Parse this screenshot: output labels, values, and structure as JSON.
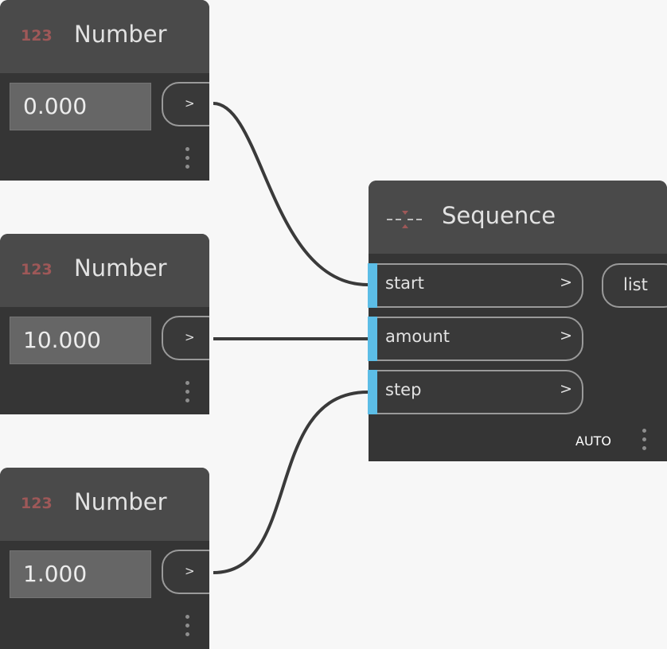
{
  "number_nodes": [
    {
      "icon": "123",
      "title": "Number",
      "value": "0.000",
      "output_arrow": ">"
    },
    {
      "icon": "123",
      "title": "Number",
      "value": "10.000",
      "output_arrow": ">"
    },
    {
      "icon": "123",
      "title": "Number",
      "value": "1.000",
      "output_arrow": ">"
    }
  ],
  "sequence_node": {
    "title": "Sequence",
    "icon": "sequence-icon",
    "inputs": [
      {
        "label": "start",
        "arrow": ">"
      },
      {
        "label": "amount",
        "arrow": ">"
      },
      {
        "label": "step",
        "arrow": ">"
      }
    ],
    "output": {
      "label": "list"
    },
    "lacing": "AUTO"
  },
  "colors": {
    "canvas": "#f7f7f7",
    "node_body": "#353535",
    "node_header": "#4a4a4a",
    "wire": "#3a3a3a",
    "port_rail": "#5cbde6",
    "icon_red": "#9e5858"
  }
}
